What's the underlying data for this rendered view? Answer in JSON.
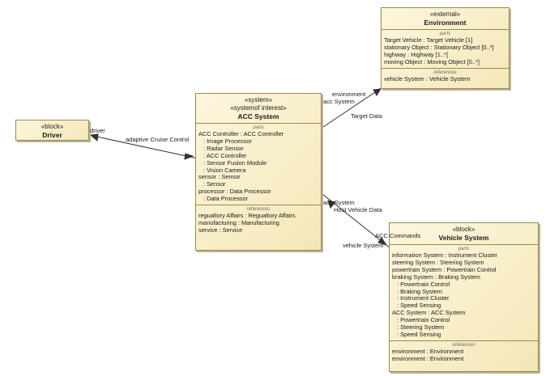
{
  "driver": {
    "stereotype": "«block»",
    "name": "Driver"
  },
  "acc": {
    "stereotypes": [
      "«system»",
      "«systemof interest»"
    ],
    "name": "ACC System",
    "parts_title": "parts",
    "parts": [
      {
        "text": "ACC Controller : ACC Controller",
        "indent": false,
        "bold": "ACC Controller"
      },
      {
        "text": ": Image Processor",
        "indent": true
      },
      {
        "text": ": Radar Sensor",
        "indent": true
      },
      {
        "text": ": ACC Controller",
        "indent": true
      },
      {
        "text": ": Sensor Fusion Module",
        "indent": true
      },
      {
        "text": ": Vision Camera",
        "indent": true
      },
      {
        "text": "sensor : Sensor",
        "indent": false,
        "bold": "sensor"
      },
      {
        "text": ": Sensor",
        "indent": true
      },
      {
        "text": "processor : Data Processor",
        "indent": false,
        "bold": "processor"
      },
      {
        "text": ": Data Processor",
        "indent": true
      }
    ],
    "refs_title": "references",
    "references": [
      {
        "text": "regualtory Affairs : Regualtory Affairs",
        "bold": "regualtory Affairs"
      },
      {
        "text": "manufacturing : Manufacturing",
        "bold": ""
      },
      {
        "text": "service : Service",
        "bold": "service"
      }
    ]
  },
  "environment": {
    "stereotype": "«external»",
    "name": "Environment",
    "parts_title": "parts",
    "parts": [
      {
        "text": "Target Vehicle : Target Vehicle [1]"
      },
      {
        "text": "stationary Object : Stationary Object [0..*]",
        "bold": "stationary Object"
      },
      {
        "text": "highway : Highway [1..*]"
      },
      {
        "text": "moving Object : Moving Object [0..*]",
        "bold": "moving Object"
      }
    ],
    "refs_title": "references",
    "references": [
      {
        "text": "vehicle System : Vehicle System"
      }
    ]
  },
  "vehicle": {
    "stereotype": "«block»",
    "name": "Vehicle System",
    "parts_title": "parts",
    "parts": [
      {
        "text": "information System : Instrument Cluster",
        "indent": false
      },
      {
        "text": "steering System : Steering System",
        "indent": false,
        "bold": "steering System"
      },
      {
        "text": "powertrain System : Powertrain Control",
        "indent": false
      },
      {
        "text": "braking System : Braking System",
        "indent": false
      },
      {
        "text": ": Powertrain Control",
        "indent": true
      },
      {
        "text": ": Braking System",
        "indent": true
      },
      {
        "text": ": Instrument Cluster",
        "indent": true
      },
      {
        "text": ": Speed Sensing",
        "indent": true
      },
      {
        "text": "ACC System : ACC System",
        "indent": false
      },
      {
        "text": ": Powertrain Control",
        "indent": true
      },
      {
        "text": ": Steering System",
        "indent": true
      },
      {
        "text": ": Speed Sensing",
        "indent": true
      }
    ],
    "refs_title": "references",
    "references": [
      {
        "text": "environment : Environment"
      },
      {
        "text": "environment : Environment"
      }
    ]
  },
  "connectors": {
    "driver_role": "driver",
    "driver_assoc": "adaptive Cruise Control",
    "env_role": "environment",
    "env_acc_role": "acc System",
    "env_assoc": "Target Data",
    "veh_acc_role": "acc System",
    "veh_assoc": "Host Vehicle Data",
    "veh_cmd": "ACC Commands",
    "veh_role": "vehicle System"
  }
}
